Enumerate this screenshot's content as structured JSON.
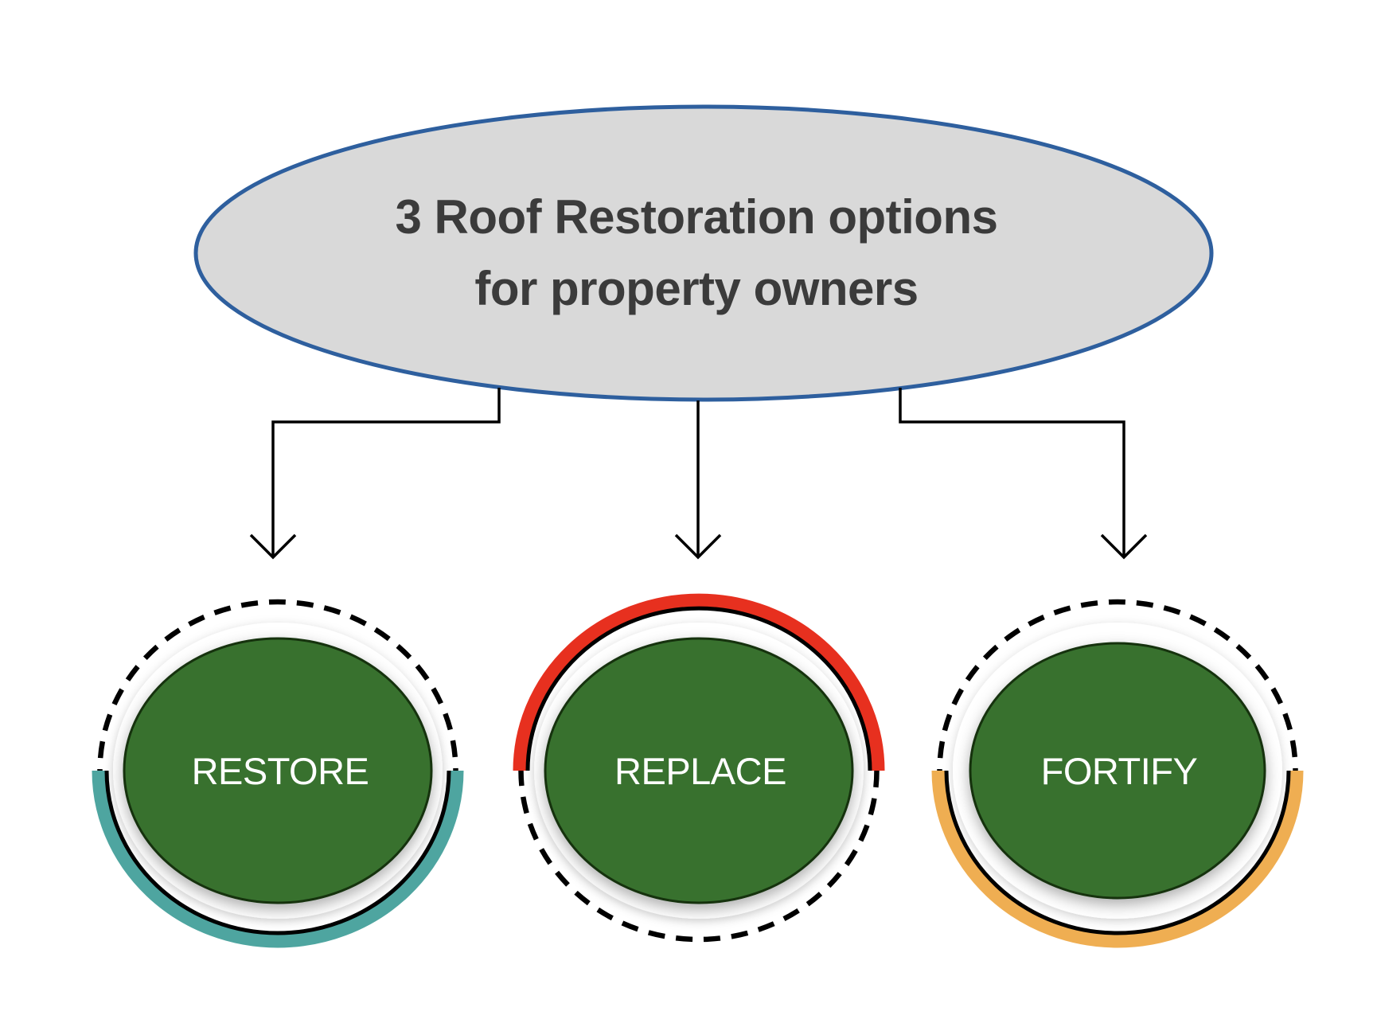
{
  "canvas": {
    "background_color": "#ffffff"
  },
  "header": {
    "title_line1": "3 Roof Restoration options",
    "title_line2": "for property owners",
    "fill_color": "#d9d9d9",
    "border_color": "#2e5f9e",
    "text_color": "#3b3b3b"
  },
  "connectors": {
    "color": "#000000",
    "count": 3
  },
  "badge_style": {
    "circle_fill_color": "#38712f",
    "circle_border_color": "#123010",
    "plate_color": "#ffffff",
    "ring_color": "#000000",
    "inner_arc_color": "#000000",
    "label_color": "#ffffff"
  },
  "badges": [
    {
      "label": "RESTORE",
      "accent_color": "#4ea5a0",
      "arc_position": "bottom"
    },
    {
      "label": "REPLACE",
      "accent_color": "#e7301f",
      "arc_position": "top"
    },
    {
      "label": "FORTIFY",
      "accent_color": "#efae52",
      "arc_position": "bottom"
    }
  ]
}
